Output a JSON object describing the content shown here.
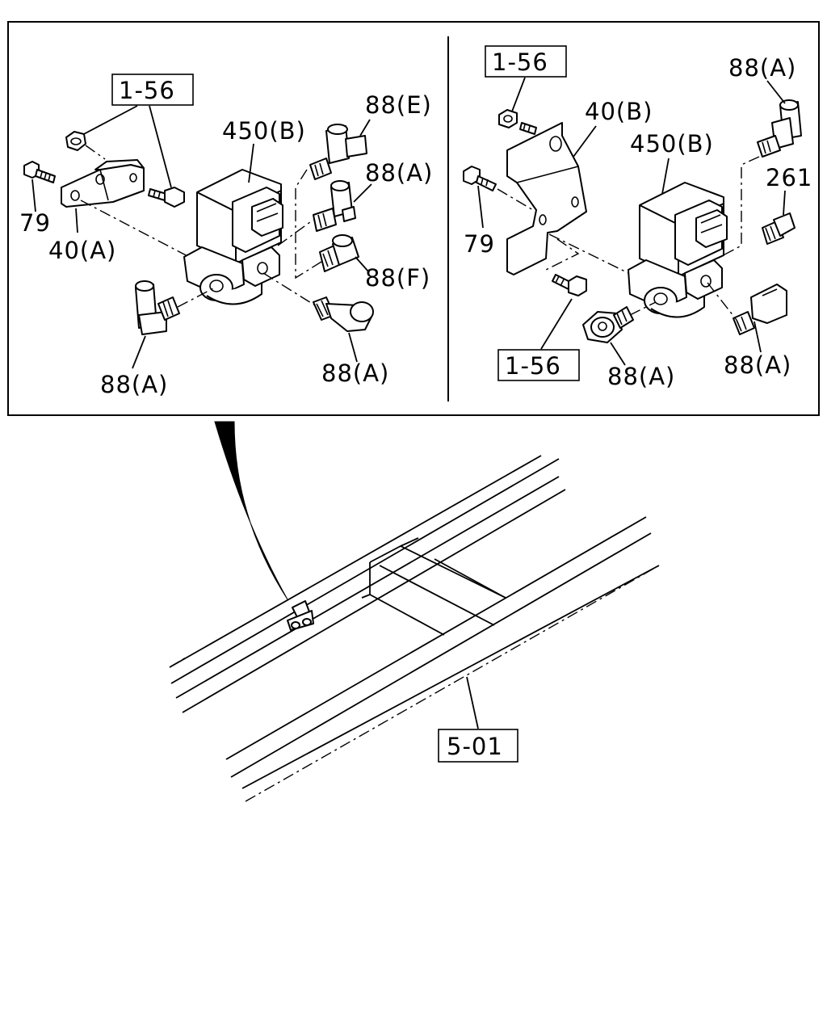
{
  "left_panel": {
    "ref_1_56": "1-56",
    "label_79": "79",
    "label_40a": "40(A)",
    "label_450b": "450(B)",
    "label_88e": "88(E)",
    "label_88a_upper": "88(A)",
    "label_88f": "88(F)",
    "label_88a_lower_left": "88(A)",
    "label_88a_lower_right": "88(A)"
  },
  "right_panel": {
    "ref_1_56_top": "1-56",
    "ref_1_56_bottom": "1-56",
    "label_79": "79",
    "label_40b": "40(B)",
    "label_450b": "450(B)",
    "label_88a_top": "88(A)",
    "label_261": "261",
    "label_88a_bottom_center": "88(A)",
    "label_88a_bottom_right": "88(A)"
  },
  "frame": {
    "ref_5_01": "5-01"
  }
}
